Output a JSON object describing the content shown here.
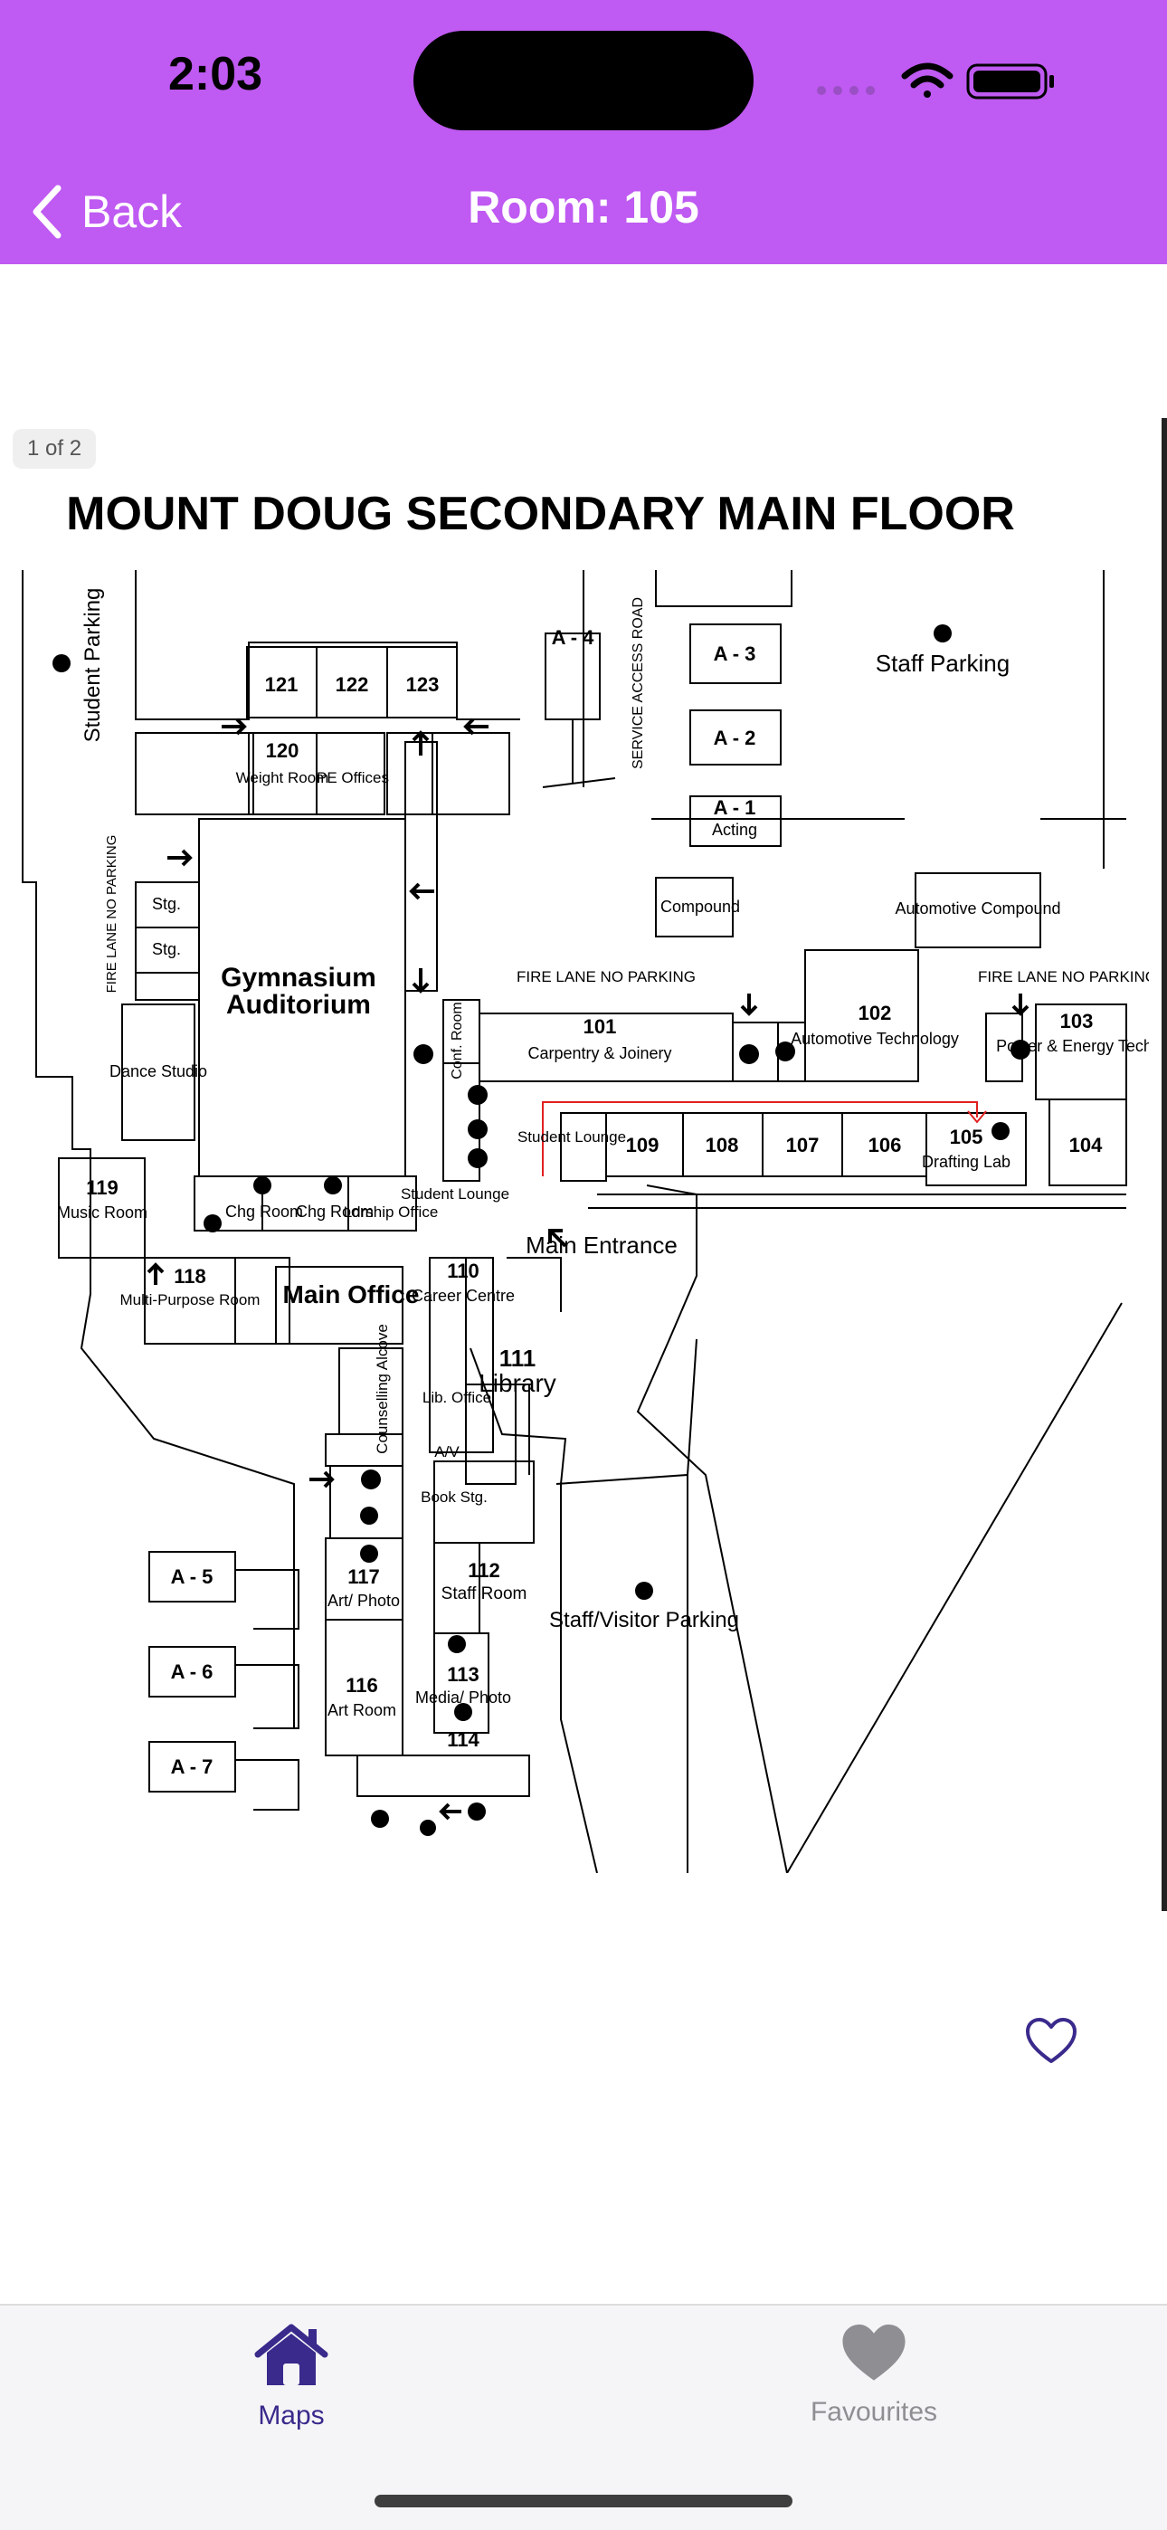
{
  "status": {
    "time": "2:03"
  },
  "nav": {
    "back_label": "Back",
    "title": "Room: 105"
  },
  "pdf": {
    "page_indicator": "1 of 2",
    "map_title": "MOUNT DOUG SECONDARY MAIN FLOOR",
    "labels": {
      "student_parking": "Student Parking",
      "staff_parking": "Staff Parking",
      "service_road": "SERVICE ACCESS ROAD",
      "a4": "A - 4",
      "a3": "A - 3",
      "a2": "A - 2",
      "a1": "A - 1",
      "acting": "Acting",
      "r121": "121",
      "r122": "122",
      "r123": "123",
      "r120": "120",
      "weight_room": "Weight Room",
      "pe_offices": "PE Offices",
      "stg1": "Stg.",
      "stg2": "Stg.",
      "fire_lane_left": "FIRE LANE NO PARKING",
      "gym": "Gymnasium",
      "auditorium": "Auditorium",
      "compound": "Compound",
      "auto_compound": "Automotive Compound",
      "fire_lane_mid": "FIRE LANE NO PARKING",
      "fire_lane_right": "FIRE LANE NO PARKING",
      "r101": "101",
      "carpentry": "Carpentry & Joinery",
      "r102": "102",
      "auto_tech": "Automotive Technology",
      "r103": "103",
      "power_energy": "Power & Energy Tech.",
      "conf_room": "Conf. Room",
      "dance_studio": "Dance Studio",
      "student_lounge_a": "Student Lounge",
      "r109": "109",
      "r108": "108",
      "r107": "107",
      "r106": "106",
      "r105": "105",
      "drafting_lab": "Drafting Lab",
      "r104": "104",
      "r119": "119",
      "music_room": "Music Room",
      "chg_room1": "Chg Room",
      "chg_room2": "Chg Room",
      "ldrship": "Ldrship Office",
      "student_lounge_b": "Student Lounge",
      "main_entrance": "Main Entrance",
      "r118": "118",
      "multi_purpose": "Multi-Purpose Room",
      "main_office": "Main Office",
      "r110": "110",
      "career_centre": "Career Centre",
      "counselling": "Counselling Alcove",
      "r111": "111",
      "library": "Library",
      "lib_office": "Lib. Office",
      "av": "A/V",
      "book_stg": "Book Stg.",
      "a5": "A - 5",
      "a6": "A - 6",
      "a7": "A - 7",
      "r117": "117",
      "art_photo": "Art/ Photo",
      "r112": "112",
      "staff_room": "Staff Room",
      "staff_visitor_parking": "Staff/Visitor Parking",
      "r113": "113",
      "media_photo": "Media/ Photo",
      "r116": "116",
      "art_room": "Art Room",
      "r114": "114"
    }
  },
  "tabs": {
    "maps_label": "Maps",
    "favourites_label": "Favourites"
  },
  "colors": {
    "header": "#bf5af2",
    "tab_active": "#3a2a8c",
    "tab_inactive": "#8e8e93",
    "route": "#e02020"
  },
  "icons": {
    "back": "chevron-left-icon",
    "favourite": "heart-outline-icon",
    "maps_tab": "house-icon",
    "favourites_tab": "heart-filled-icon"
  }
}
